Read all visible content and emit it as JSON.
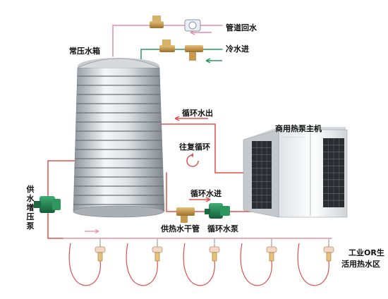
{
  "labels": {
    "return_water": "管道回水",
    "cold_water_in": "冷水进",
    "tank": "常压水箱",
    "circ_out": "循环水出",
    "heat_pump": "商用热泵主机",
    "reciprocate": "往复循环",
    "circ_in": "循环水进",
    "supply_pump": "供水增压泵",
    "supply_main": "供热水干管",
    "circ_pump": "循环水泵",
    "zone_line1": "工业OR生",
    "zone_line2": "活用热水区"
  },
  "outlet_count": 5,
  "colors": {
    "hot_pipe": "#e0504e",
    "cold_pipe": "#2a9a5a",
    "return_pipe": "#e88aa8",
    "tank_light": "#eef0f2",
    "tank_dark": "#8e959b",
    "pump_green": "#1f7a4a",
    "valve_brass": "#b8863c"
  }
}
